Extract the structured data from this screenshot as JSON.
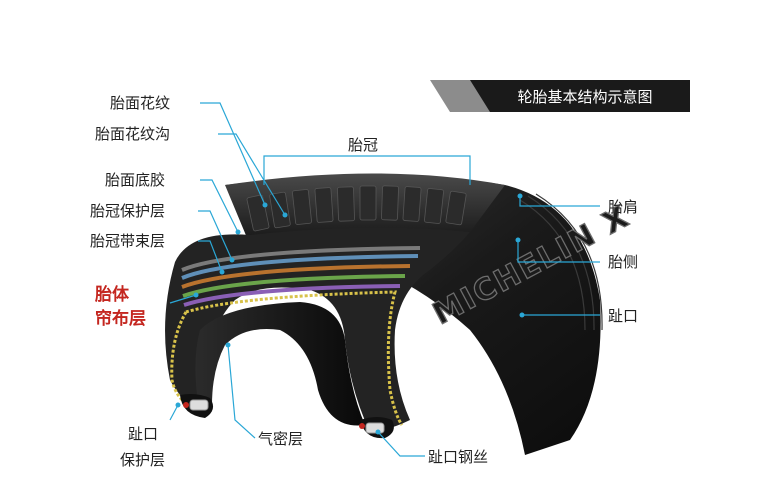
{
  "title": "轮胎基本结构示意图",
  "brand": "MICHELIN X",
  "labels": {
    "tread_pattern": "胎面花纹",
    "tread_groove": "胎面花纹沟",
    "tread_base": "胎面底胶",
    "cap_ply": "胎冠保护层",
    "belt": "胎冠带束层",
    "carcass_line1": "胎体",
    "carcass_line2": "帘布层",
    "crown": "胎冠",
    "shoulder": "胎肩",
    "sidewall": "胎侧",
    "bead": "趾口",
    "bead_protector_line1": "趾口",
    "bead_protector_line2": "保护层",
    "inner_liner": "气密层",
    "bead_wire": "趾口钢丝"
  },
  "colors": {
    "leader": "#2aa7d6",
    "highlight": "#c4261f",
    "rubber": "#1c1c1c",
    "title_bg": "#1a1a1a"
  }
}
